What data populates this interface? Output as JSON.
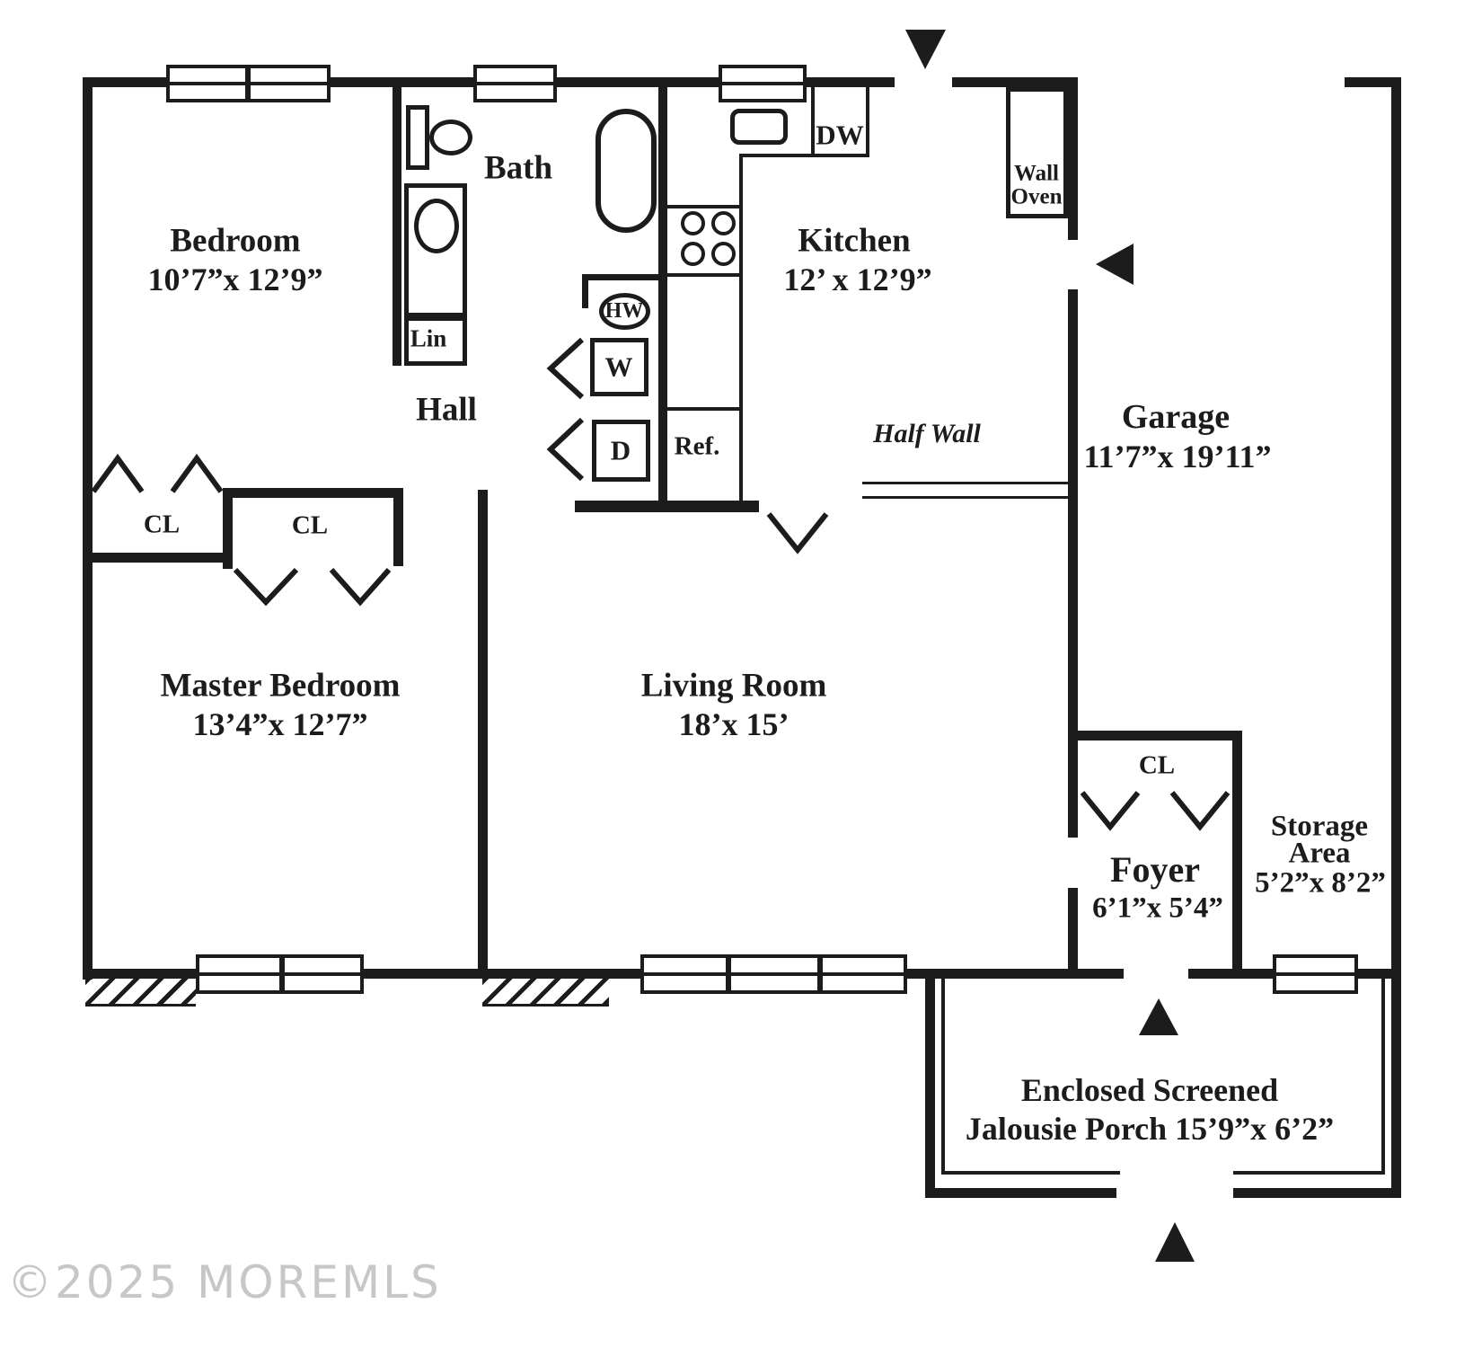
{
  "watermark": "©2025 MOREMLS",
  "rooms": {
    "bedroom": {
      "name": "Bedroom",
      "dims": "10’7”x 12’9”"
    },
    "bath": {
      "name": "Bath"
    },
    "kitchen": {
      "name": "Kitchen",
      "dims": "12’ x 12’9”"
    },
    "hall": {
      "name": "Hall"
    },
    "garage": {
      "name": "Garage",
      "dims": "11’7”x 19’11”"
    },
    "master_bedroom": {
      "name": "Master Bedroom",
      "dims": "13’4”x 12’7”"
    },
    "living_room": {
      "name": "Living Room",
      "dims": "18’x 15’"
    },
    "foyer": {
      "name": "Foyer",
      "dims": "6’1”x 5’4”"
    },
    "storage": {
      "name_line1": "Storage",
      "name_line2": "Area",
      "dims": "5’2”x 8’2”"
    },
    "porch": {
      "line1": "Enclosed Screened",
      "line2": "Jalousie Porch 15’9”x 6’2”"
    }
  },
  "labels": {
    "half_wall": "Half Wall",
    "closet": "CL",
    "linen": "Lin",
    "dishwasher": "DW",
    "wall_oven_line1": "Wall",
    "wall_oven_line2": "Oven",
    "refrigerator": "Ref.",
    "hot_water": "HW",
    "washer": "W",
    "dryer": "D"
  }
}
